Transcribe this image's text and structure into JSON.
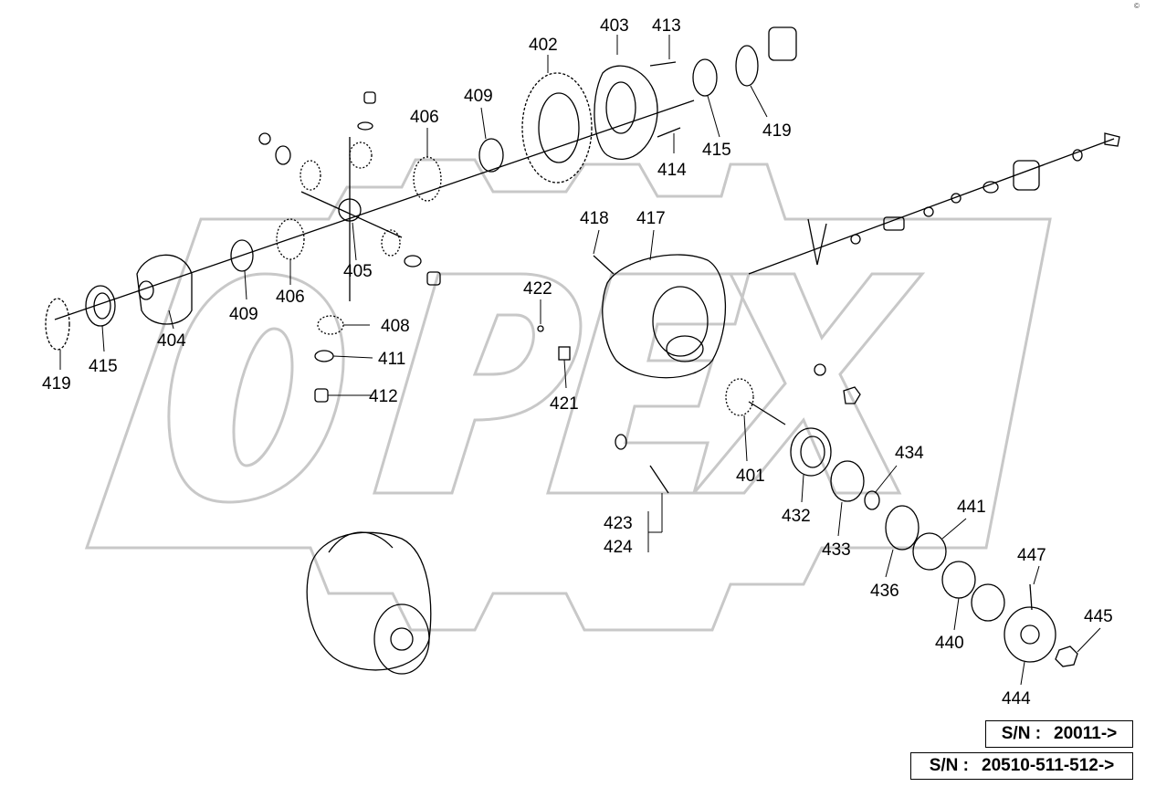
{
  "watermark": "OPEX",
  "corner_mark": "©",
  "serial_numbers": [
    {
      "label": "S/N :",
      "value": "20011->"
    },
    {
      "label": "S/N :",
      "value": "20510-511-512->"
    }
  ],
  "part_labels": {
    "p401": "401",
    "p402": "402",
    "p403": "403",
    "p404": "404",
    "p405": "405",
    "p406a": "406",
    "p406b": "406",
    "p408": "408",
    "p409a": "409",
    "p409b": "409",
    "p411": "411",
    "p412": "412",
    "p413": "413",
    "p414": "414",
    "p415a": "415",
    "p415b": "415",
    "p417": "417",
    "p418": "418",
    "p419a": "419",
    "p419b": "419",
    "p421": "421",
    "p422": "422",
    "p423": "423",
    "p424": "424",
    "p432": "432",
    "p433": "433",
    "p434": "434",
    "p436": "436",
    "p440": "440",
    "p441": "441",
    "p444": "444",
    "p445": "445",
    "p447": "447"
  }
}
